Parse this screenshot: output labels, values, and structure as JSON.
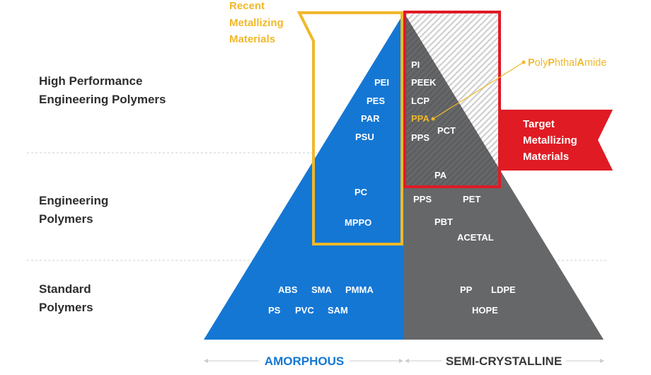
{
  "tiers": {
    "high_performance": [
      "High Performance",
      "Engineering Polymers"
    ],
    "engineering": [
      "Engineering",
      "Polymers"
    ],
    "standard": [
      "Standard",
      "Polymers"
    ]
  },
  "callouts": {
    "recent": [
      "Recent",
      "Metallizing",
      "Materials"
    ],
    "target": [
      "Target",
      "Metallizing",
      "Materials"
    ],
    "ppa_full": {
      "p1": "P",
      "t1": "oly",
      "p2": "P",
      "t2": "hthal",
      "p3": "A",
      "t3": "mide"
    }
  },
  "amorphous": {
    "high": [
      "PEI",
      "PES",
      "PAR",
      "PSU"
    ],
    "engineering": [
      "PC",
      "MPPO"
    ],
    "standard": [
      "ABS",
      "SMA",
      "PMMA",
      "PS",
      "PVC",
      "SAM"
    ]
  },
  "semicrystalline": {
    "high": [
      "PI",
      "PEEK",
      "LCP",
      "PPA",
      "PPS",
      "PCT",
      "PA"
    ],
    "engineering": [
      "PPS",
      "PET",
      "PBT",
      "ACETAL"
    ],
    "standard": [
      "PP",
      "LDPE",
      "HOPE"
    ]
  },
  "axis": {
    "left": "AMORPHOUS",
    "right": "SEMI-CRYSTALLINE"
  },
  "colors": {
    "amorphous": "#1477d4",
    "semicrystalline": "#666769",
    "recent": "#f0b82a",
    "target": "#e01b24"
  }
}
